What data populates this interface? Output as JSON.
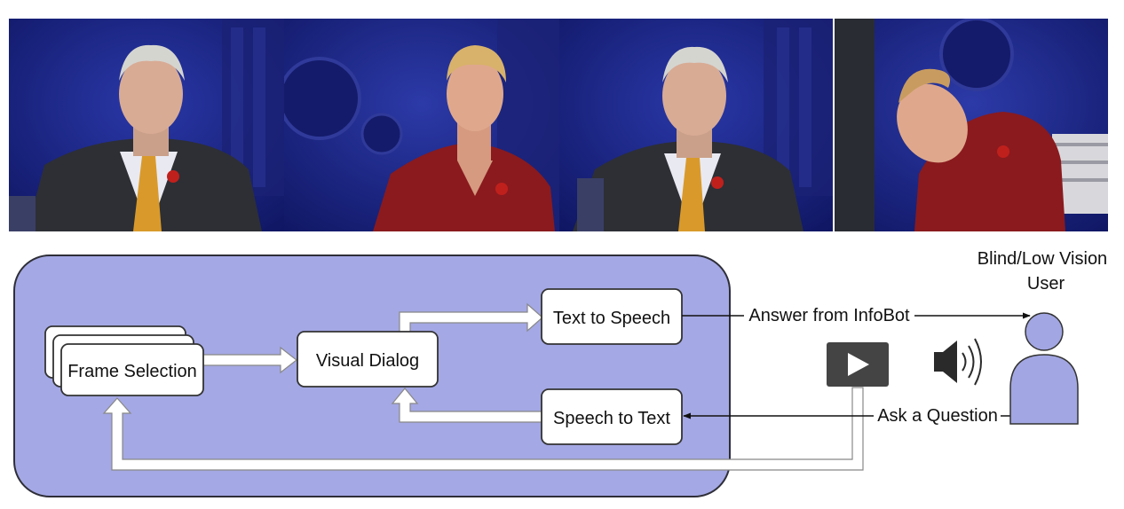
{
  "frames": [
    {
      "subject": "older-man-in-suit"
    },
    {
      "subject": "young-man-in-red-shirt"
    },
    {
      "subject": "older-man-in-suit"
    },
    {
      "subject": "young-man-in-red-shirt-leaning"
    }
  ],
  "diagram": {
    "frame_selection": "Frame Selection",
    "visual_dialog": "Visual Dialog",
    "text_to_speech": "Text to Speech",
    "speech_to_text": "Speech to Text",
    "answer_label": "Answer from InfoBot",
    "question_label": "Ask a Question",
    "user_label_line1": "Blind/Low Vision",
    "user_label_line2": "User"
  },
  "icons": {
    "player": "play-button-icon",
    "speaker": "speaker-icon",
    "user": "person-icon"
  },
  "colors": {
    "panel": "#a4a8e4",
    "person": "#a2a6e2",
    "frame_bg": "#1f2b8c",
    "player": "#444444"
  }
}
